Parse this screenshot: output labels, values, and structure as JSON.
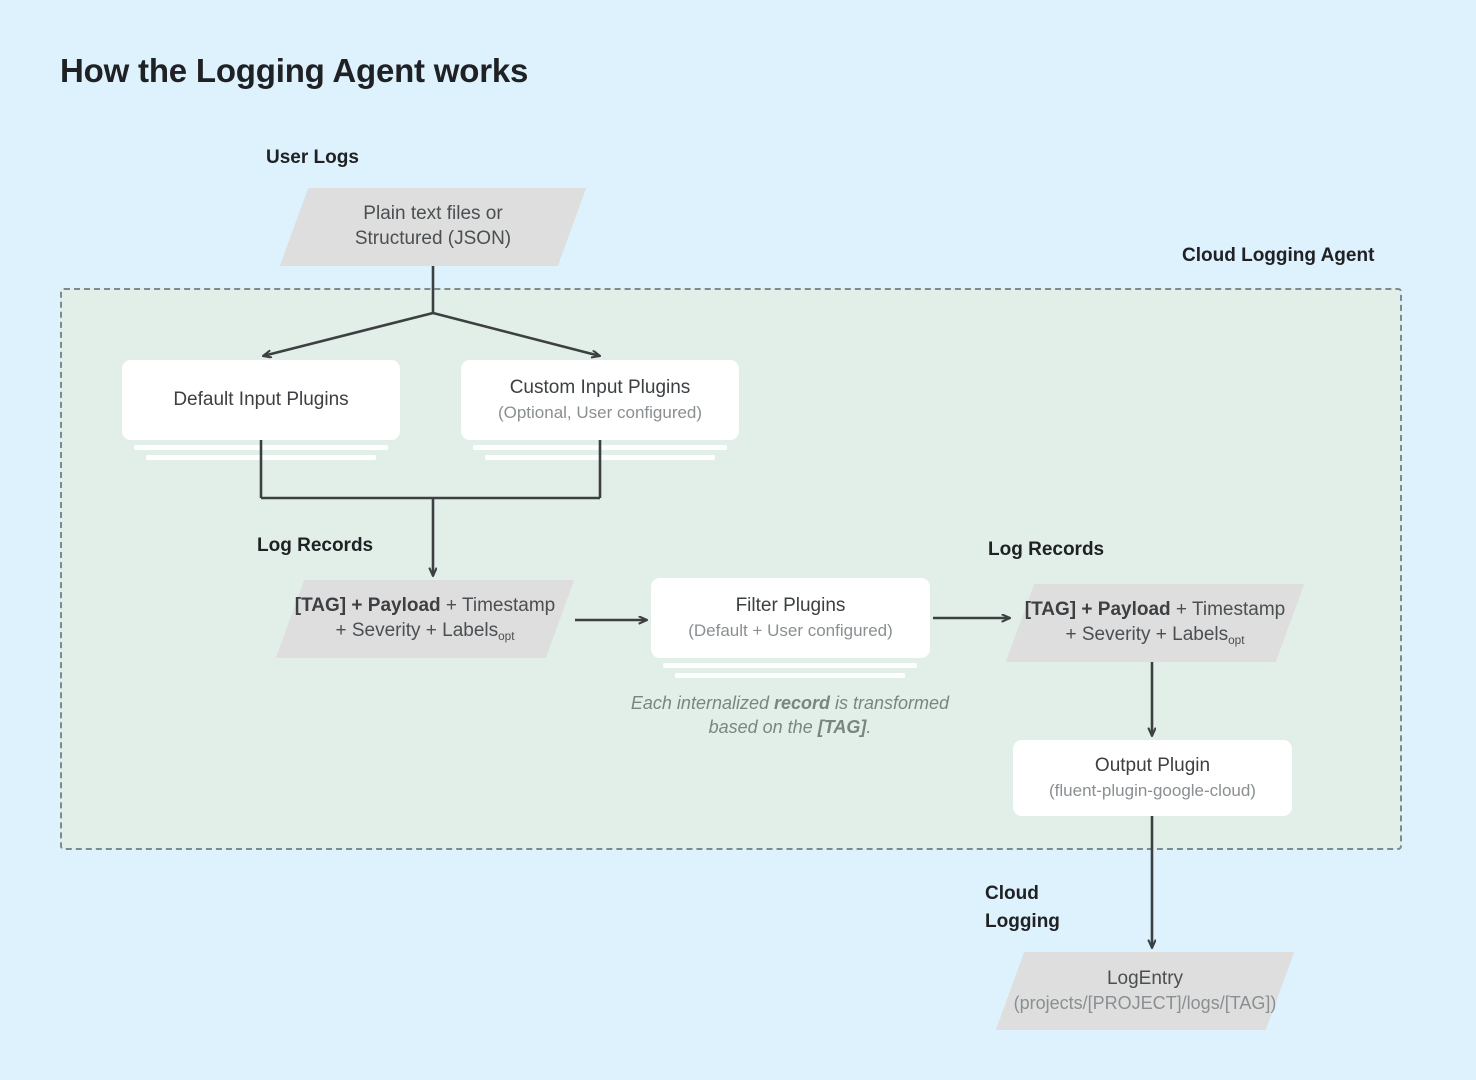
{
  "page": {
    "title": "How the Logging Agent works",
    "background_color": "#ddf2fc",
    "agent_region_color": "#e2efe8",
    "node_fill_color": "#dedede",
    "card_fill_color": "#ffffff",
    "connector_color": "#3c4043"
  },
  "labels": {
    "user_logs": "User Logs",
    "cloud_logging_agent": "Cloud Logging Agent",
    "log_records_left": "Log Records",
    "log_records_right": "Log Records",
    "cloud_logging": "Cloud\nLogging"
  },
  "nodes": {
    "user_logs_source": {
      "shape": "parallelogram",
      "line1": "Plain text files or",
      "line2": "Structured (JSON)"
    },
    "default_input_plugins": {
      "shape": "rounded-rect-stack",
      "title": "Default Input Plugins",
      "subtitle": ""
    },
    "custom_input_plugins": {
      "shape": "rounded-rect-stack",
      "title": "Custom Input Plugins",
      "subtitle": "(Optional, User configured)"
    },
    "log_record_left": {
      "shape": "parallelogram",
      "line1_bold": "[TAG] + Payload",
      "line1_rest": " + Timestamp",
      "line2": "+ Severity + Labels",
      "line2_subscript": "opt"
    },
    "filter_plugins": {
      "shape": "rounded-rect-stack",
      "title": "Filter Plugins",
      "subtitle": "(Default + User configured)"
    },
    "log_record_right": {
      "shape": "parallelogram",
      "line1_bold": "[TAG] + Payload",
      "line1_rest": " + Timestamp",
      "line2": "+ Severity + Labels",
      "line2_subscript": "opt"
    },
    "output_plugin": {
      "shape": "rounded-rect",
      "title": "Output Plugin",
      "subtitle": "(fluent-plugin-google-cloud)"
    },
    "log_entry": {
      "shape": "parallelogram",
      "title": "LogEntry",
      "subtitle": "(projects/[PROJECT]/logs/[TAG])"
    }
  },
  "caption": {
    "part1": "Each internalized ",
    "bold1": "record",
    "part2": " is transformed based on the ",
    "bold2": "[TAG]",
    "part3": "."
  }
}
